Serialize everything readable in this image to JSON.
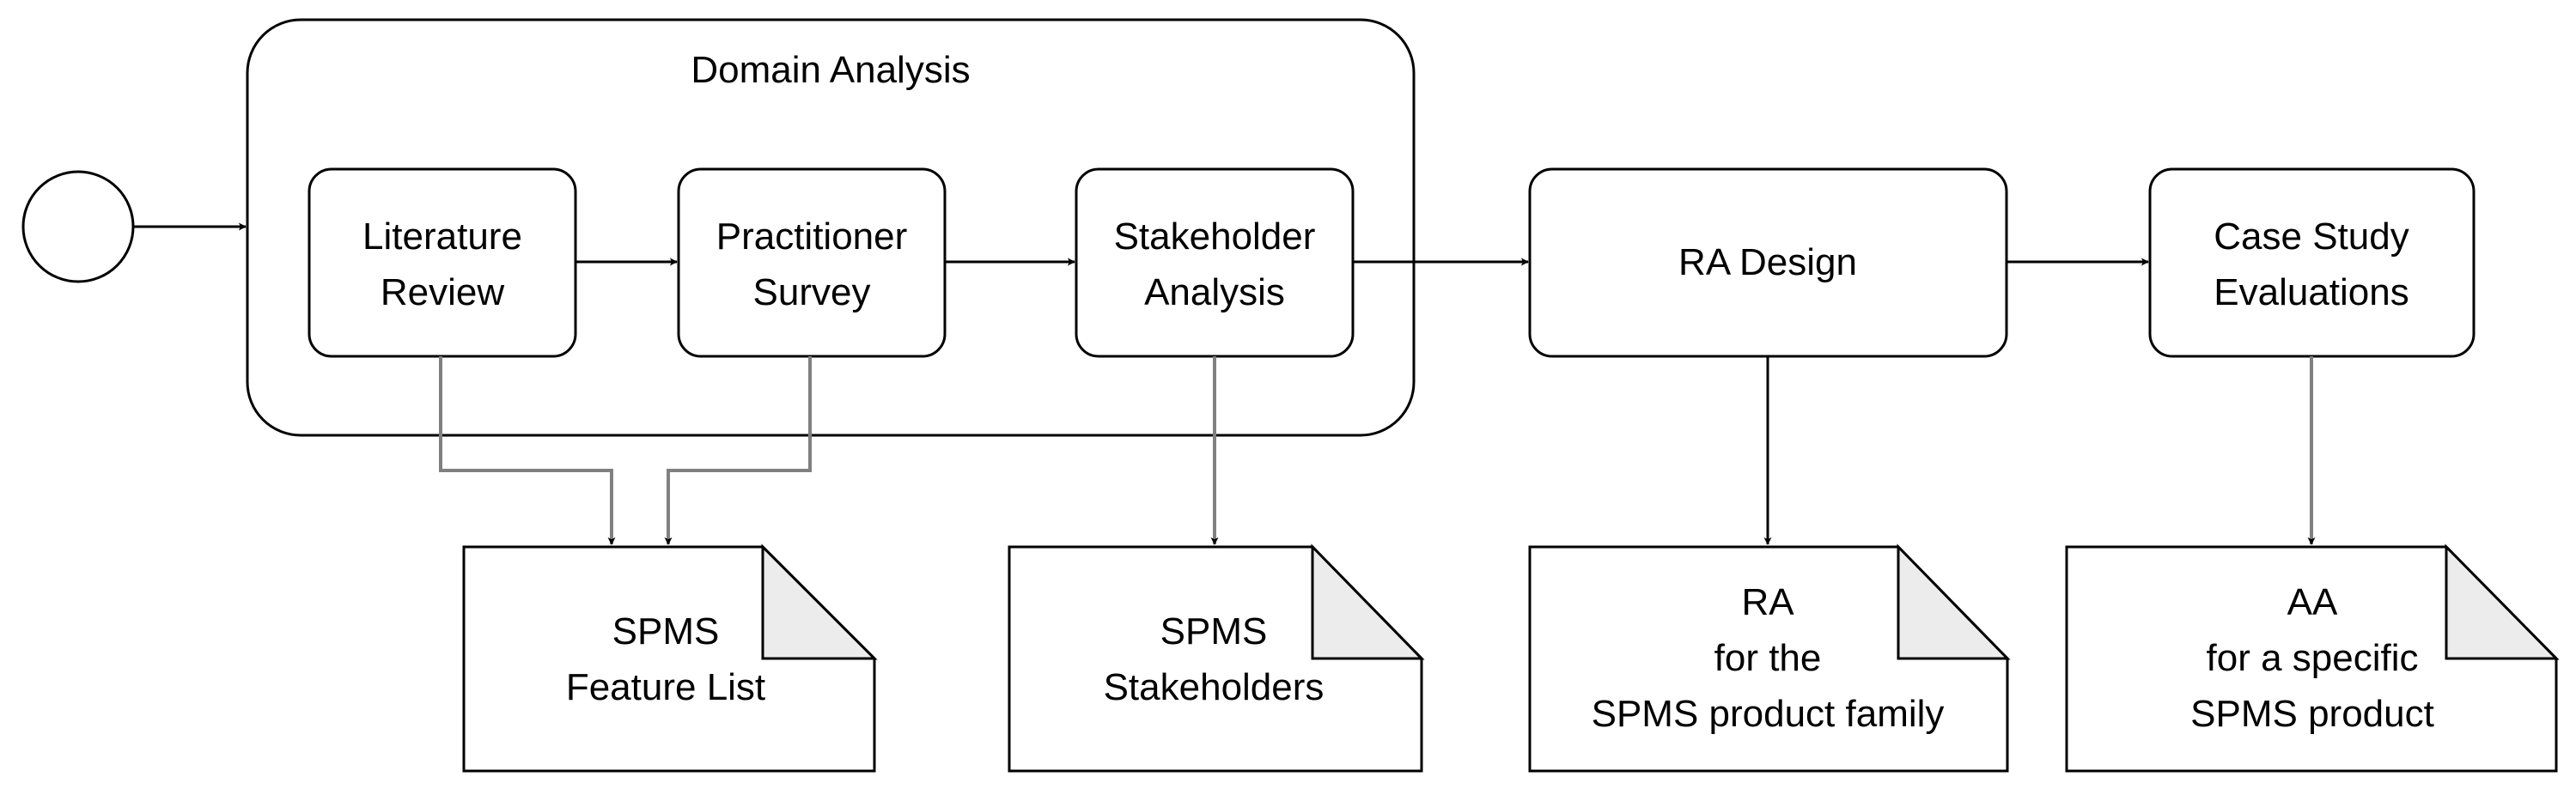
{
  "diagram": {
    "group": {
      "label": "Domain Analysis"
    },
    "activities": [
      {
        "id": "literature-review",
        "lines": [
          "Literature",
          "Review"
        ]
      },
      {
        "id": "practitioner-survey",
        "lines": [
          "Practitioner",
          "Survey"
        ]
      },
      {
        "id": "stakeholder-analysis",
        "lines": [
          "Stakeholder",
          "Analysis"
        ]
      },
      {
        "id": "ra-design",
        "lines": [
          "RA Design"
        ]
      },
      {
        "id": "case-study-evaluations",
        "lines": [
          "Case Study",
          "Evaluations"
        ]
      }
    ],
    "documents": [
      {
        "id": "spms-feature-list",
        "lines": [
          "SPMS",
          "Feature List"
        ]
      },
      {
        "id": "spms-stakeholders",
        "lines": [
          "SPMS",
          "Stakeholders"
        ]
      },
      {
        "id": "ra-product-family",
        "lines": [
          "RA",
          "for the",
          "SPMS product family"
        ]
      },
      {
        "id": "aa-specific-product",
        "lines": [
          "AA",
          "for a specific",
          "SPMS product"
        ]
      }
    ]
  }
}
